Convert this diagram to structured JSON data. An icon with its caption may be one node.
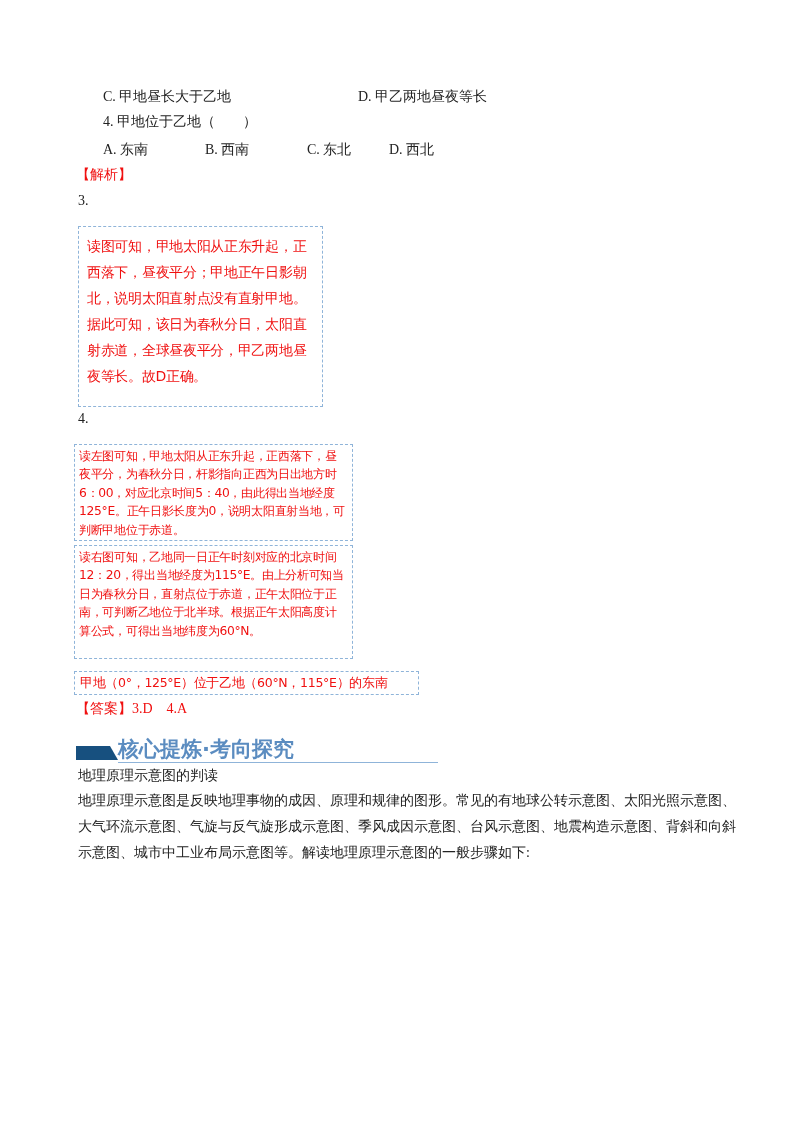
{
  "diagram": {
    "title": "核心提炼·考向探究",
    "nodes": [
      {
        "text": [
          "读图可知，甲地太阳从正东升起，正西落下，昼夜平分；甲地正午日影朝北，说明太阳直射点没有直射甲地。据此可知，该日为春秋分日，太阳直射赤道，全球昼夜平分，甲乙两地昼夜等长。故D正确。"
        ]
      },
      {
        "text": [
          "读左图可知，甲地太阳从正东升起，正西落下，昼夜平分，为春秋分日，杆影指向正西为日出地方时6：00，对应北京时间5：40，由此得出当地经度125°E。正午日影长度为0，说明太阳直射当地，可判断甲地位于赤道。"
        ]
      },
      {
        "text": [
          "读右图可知，乙地同一日正午时刻对应的北京时间12：20，得出当地经度为115°E。由上分析可知当日为春秋分日，直射点位于赤道，正午太阳位于正南，可判断乙地位于北半球。根据正午太阳高度计算公式，可得出当地纬度为60°N。"
        ]
      },
      {
        "text": [
          "甲地（0°，125°E）位于乙地（60°N，115°E）的东南"
        ]
      }
    ],
    "labels": [
      "C. 甲地昼长大于乙地",
      "D. 甲乙两地昼夜等长",
      "4. 甲地位于乙地（　　）",
      "A. 东南",
      "B. 西南",
      "C. 东北",
      "D. 西北",
      "【解析】",
      "3.",
      "4.",
      "【答案】3.D　4.A",
      "地理原理示意图的判读",
      "地理原理示意图是反映地理事物的成因、原理和规律的图形。常见的有地球公转示意图、太阳光照示意图、大气环流示意图、气旋与反气旋形成示意图、季风成因示意图、台风示意图、地震构造示意图、背斜和向斜示意图、城市中工业布局示意图等。解读地理原理示意图的一般步骤如下:"
    ]
  }
}
